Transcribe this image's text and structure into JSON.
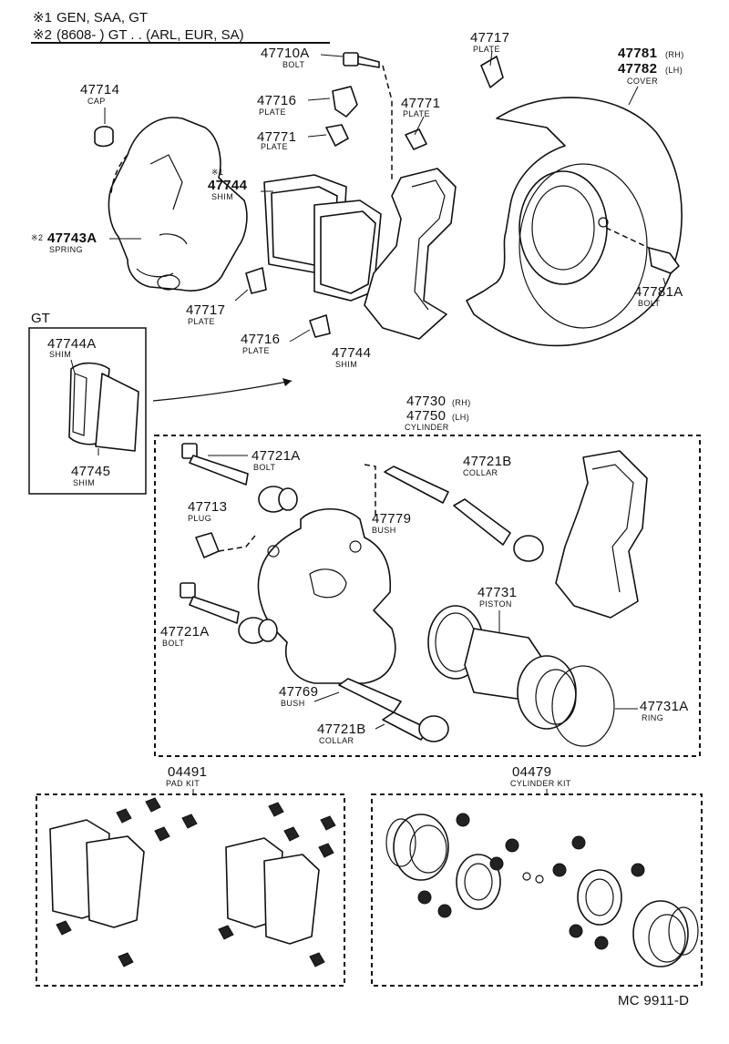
{
  "header": {
    "note1_mark": "※1",
    "note1_text": "GEN, SAA, GT",
    "note2_mark": "※2",
    "note2_text": "(8608-        ) GT . . (ARL, EUR, SA)"
  },
  "labels": {
    "p47710A": {
      "num": "47710A",
      "name": "BOLT"
    },
    "p47717a": {
      "num": "47717",
      "name": "PLATE"
    },
    "p47781": {
      "num": "47781",
      "suffix": "(RH)"
    },
    "p47782": {
      "num": "47782",
      "suffix": "(LH)",
      "name": "COVER"
    },
    "p47714": {
      "num": "47714",
      "name": "CAP"
    },
    "p47716a": {
      "num": "47716",
      "name": "PLATE"
    },
    "p47771a": {
      "num": "47771",
      "name": "PLATE"
    },
    "p47771b": {
      "num": "47771",
      "name": "PLATE"
    },
    "p47744a": {
      "mark": "※1",
      "num": "47744",
      "name": "SHIM"
    },
    "p47743A": {
      "mark": "※2",
      "num": "47743A",
      "name": "SPRING"
    },
    "p47781A": {
      "num": "47781A",
      "name": "BOLT"
    },
    "p47717b": {
      "num": "47717",
      "name": "PLATE"
    },
    "p47716b": {
      "num": "47716",
      "name": "PLATE"
    },
    "p47744b": {
      "num": "47744",
      "name": "SHIM"
    },
    "gt_box": {
      "title": "GT"
    },
    "p47744A": {
      "num": "47744A",
      "name": "SHIM"
    },
    "p47745": {
      "num": "47745",
      "name": "SHIM"
    },
    "p47730": {
      "num": "47730",
      "suffix": "(RH)"
    },
    "p47750": {
      "num": "47750",
      "suffix": "(LH)",
      "name": "CYLINDER"
    },
    "p47721A_top": {
      "num": "47721A",
      "name": "BOLT"
    },
    "p47721B_top": {
      "num": "47721B",
      "name": "COLLAR"
    },
    "p47713": {
      "num": "47713",
      "name": "PLUG"
    },
    "p47779": {
      "num": "47779",
      "name": "BUSH"
    },
    "p47731": {
      "num": "47731",
      "name": "PISTON"
    },
    "p47721A_low": {
      "num": "47721A",
      "name": "BOLT"
    },
    "p47769": {
      "num": "47769",
      "name": "BUSH"
    },
    "p47731A": {
      "num": "47731A",
      "name": "RING"
    },
    "p47721B_low": {
      "num": "47721B",
      "name": "COLLAR"
    },
    "p04491": {
      "num": "04491",
      "name": "PAD KIT"
    },
    "p04479": {
      "num": "04479",
      "name": "CYLINDER KIT"
    }
  },
  "footer": {
    "code": "MC 9911-D"
  }
}
